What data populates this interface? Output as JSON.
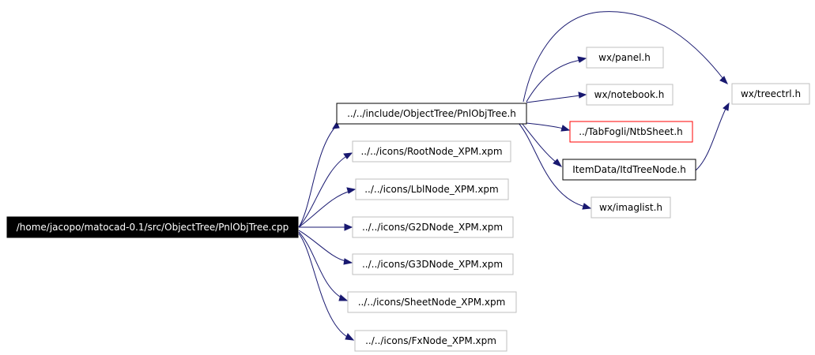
{
  "graph": {
    "edge_color": "#191970",
    "nodes": {
      "root": {
        "label": "/home/jacopo/matocad-0.1/src/ObjectTree/PnlObjTree.cpp",
        "border": "#000000",
        "fill": "#000000",
        "text": "#ffffff"
      },
      "pnlobjtree_h": {
        "label": "../../include/ObjectTree/PnlObjTree.h",
        "border": "#000000",
        "fill": "#ffffff",
        "text": "#000000"
      },
      "rootnode_xpm": {
        "label": "../../icons/RootNode_XPM.xpm",
        "border": "#bfbfbf",
        "fill": "#ffffff",
        "text": "#000000"
      },
      "lblnode_xpm": {
        "label": "../../icons/LblNode_XPM.xpm",
        "border": "#bfbfbf",
        "fill": "#ffffff",
        "text": "#000000"
      },
      "g2dnode_xpm": {
        "label": "../../icons/G2DNode_XPM.xpm",
        "border": "#bfbfbf",
        "fill": "#ffffff",
        "text": "#000000"
      },
      "g3dnode_xpm": {
        "label": "../../icons/G3DNode_XPM.xpm",
        "border": "#bfbfbf",
        "fill": "#ffffff",
        "text": "#000000"
      },
      "sheetnode_xpm": {
        "label": "../../icons/SheetNode_XPM.xpm",
        "border": "#bfbfbf",
        "fill": "#ffffff",
        "text": "#000000"
      },
      "fxnode_xpm": {
        "label": "../../icons/FxNode_XPM.xpm",
        "border": "#bfbfbf",
        "fill": "#ffffff",
        "text": "#000000"
      },
      "wx_panel": {
        "label": "wx/panel.h",
        "border": "#bfbfbf",
        "fill": "#ffffff",
        "text": "#000000"
      },
      "wx_notebook": {
        "label": "wx/notebook.h",
        "border": "#bfbfbf",
        "fill": "#ffffff",
        "text": "#000000"
      },
      "ntbsheet": {
        "label": "../TabFogli/NtbSheet.h",
        "border": "#ff0000",
        "fill": "#ffffff",
        "text": "#000000"
      },
      "itdtreenode": {
        "label": "ItemData/ItdTreeNode.h",
        "border": "#000000",
        "fill": "#ffffff",
        "text": "#000000"
      },
      "wx_imaglist": {
        "label": "wx/imaglist.h",
        "border": "#bfbfbf",
        "fill": "#ffffff",
        "text": "#000000"
      },
      "wx_treectrl": {
        "label": "wx/treectrl.h",
        "border": "#bfbfbf",
        "fill": "#ffffff",
        "text": "#000000"
      }
    },
    "edges": [
      {
        "from": "root",
        "to": "pnlobjtree_h"
      },
      {
        "from": "root",
        "to": "rootnode_xpm"
      },
      {
        "from": "root",
        "to": "lblnode_xpm"
      },
      {
        "from": "root",
        "to": "g2dnode_xpm"
      },
      {
        "from": "root",
        "to": "g3dnode_xpm"
      },
      {
        "from": "root",
        "to": "sheetnode_xpm"
      },
      {
        "from": "root",
        "to": "fxnode_xpm"
      },
      {
        "from": "pnlobjtree_h",
        "to": "wx_panel"
      },
      {
        "from": "pnlobjtree_h",
        "to": "wx_notebook"
      },
      {
        "from": "pnlobjtree_h",
        "to": "ntbsheet"
      },
      {
        "from": "pnlobjtree_h",
        "to": "itdtreenode"
      },
      {
        "from": "pnlobjtree_h",
        "to": "wx_imaglist"
      },
      {
        "from": "pnlobjtree_h",
        "to": "wx_treectrl"
      },
      {
        "from": "itdtreenode",
        "to": "wx_treectrl"
      }
    ]
  }
}
